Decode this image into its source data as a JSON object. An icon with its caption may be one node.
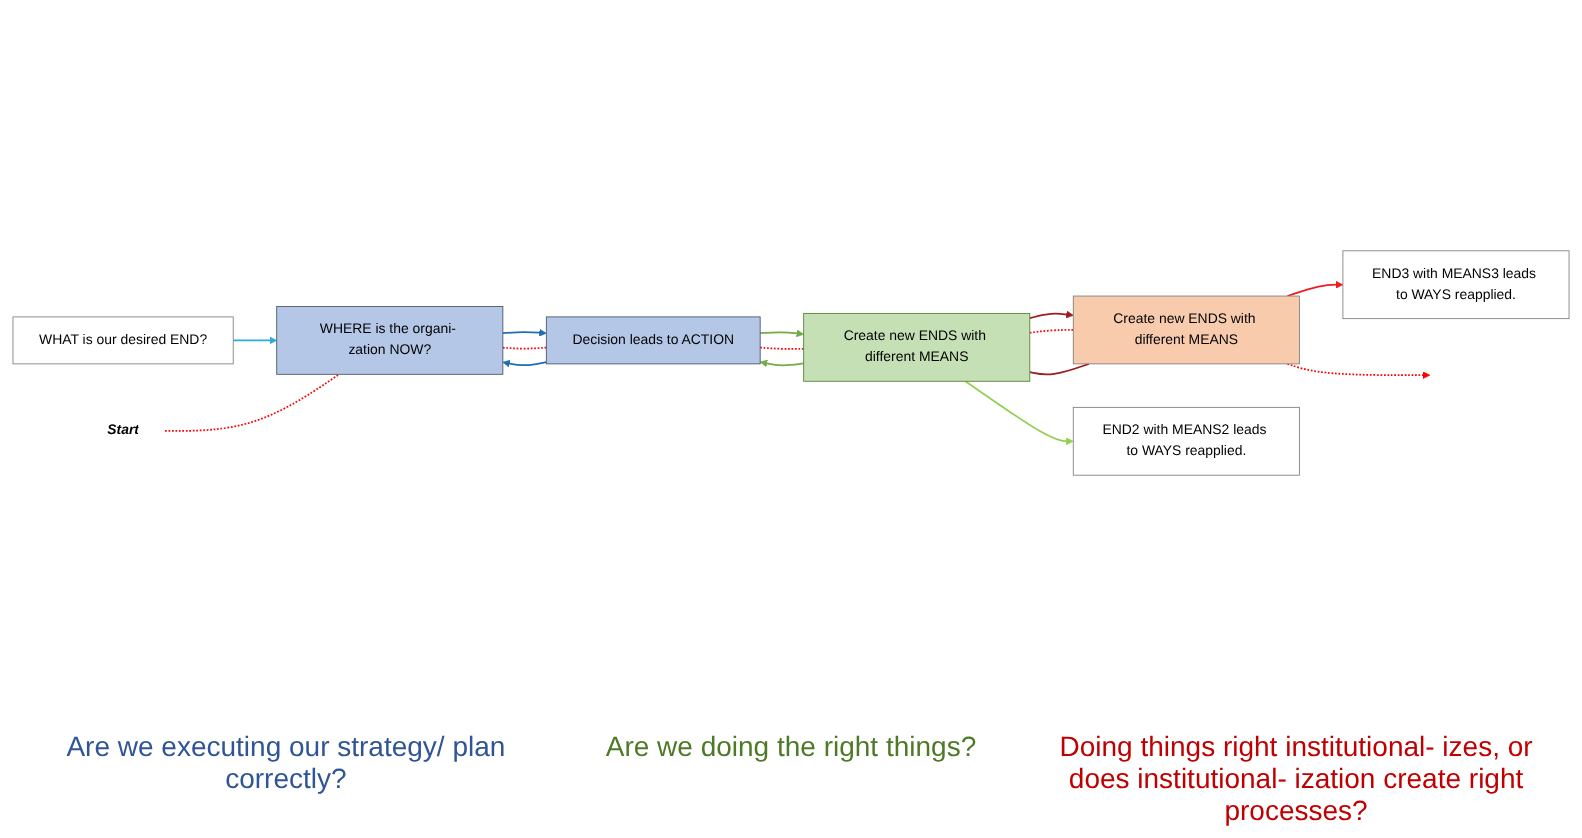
{
  "diagram": {
    "nodes": [
      {
        "text": [
          "WHAT is our desired END?"
        ]
      },
      {
        "text": [
          "WHERE is the organi- zation NOW?"
        ]
      },
      {
        "text": [
          "Decision leads to ACTION"
        ]
      },
      {
        "text": [
          "Create new ENDS with different MEANS"
        ]
      },
      {
        "text": [
          "Create new ENDS with different MEANS"
        ]
      },
      {
        "text": [
          "END2 with MEANS2 leads to WAYS reapplied."
        ]
      },
      {
        "text": [
          "END3 with MEANS3 leads to WAYS reapplied."
        ]
      },
      {
        "text": [
          "Start"
        ]
      }
    ],
    "edges": [
      {
        "from": 0,
        "to": 1,
        "arrow": "to",
        "color": "#29abe2"
      },
      {
        "from": 1,
        "to": 2,
        "arrow": "to",
        "color": "#1f6db5"
      },
      {
        "from": 2,
        "to": 1,
        "arrow": "to",
        "color": "#1f6db5"
      },
      {
        "from": 2,
        "to": 3,
        "arrow": "to",
        "color": "#70ad47"
      },
      {
        "from": 3,
        "to": 2,
        "arrow": "to",
        "color": "#70ad47"
      },
      {
        "from": 3,
        "to": 5,
        "arrow": "to",
        "color": "#92d050"
      },
      {
        "from": 3,
        "to": 4,
        "arrow": "to",
        "color": "#9e1c20"
      },
      {
        "from": 4,
        "to": 3,
        "arrow": "none",
        "color": "#9e1c20"
      },
      {
        "from": 4,
        "to": 6,
        "arrow": "to",
        "color": "#ee1c24"
      },
      {
        "from": 7,
        "to": 1,
        "arrow": "none",
        "style": "dashed",
        "color": "#ff0000"
      },
      {
        "from": 1,
        "to": 2,
        "arrow": "none",
        "style": "dashed",
        "color": "#ff0000"
      },
      {
        "from": 2,
        "to": 3,
        "arrow": "none",
        "style": "dashed",
        "color": "#ff0000"
      },
      {
        "from": 3,
        "to": 4,
        "arrow": "none",
        "style": "dashed",
        "color": "#ff0000"
      },
      {
        "from": 4,
        "to": null,
        "arrow": "to",
        "style": "dashed",
        "color": "#ff0000"
      }
    ],
    "labels": [
      "Are we executing our strategy/ plan correctly?",
      "Are we doing the right things?",
      "Doing things right institutional- izes, or does institutional- ization create right processes?"
    ]
  }
}
